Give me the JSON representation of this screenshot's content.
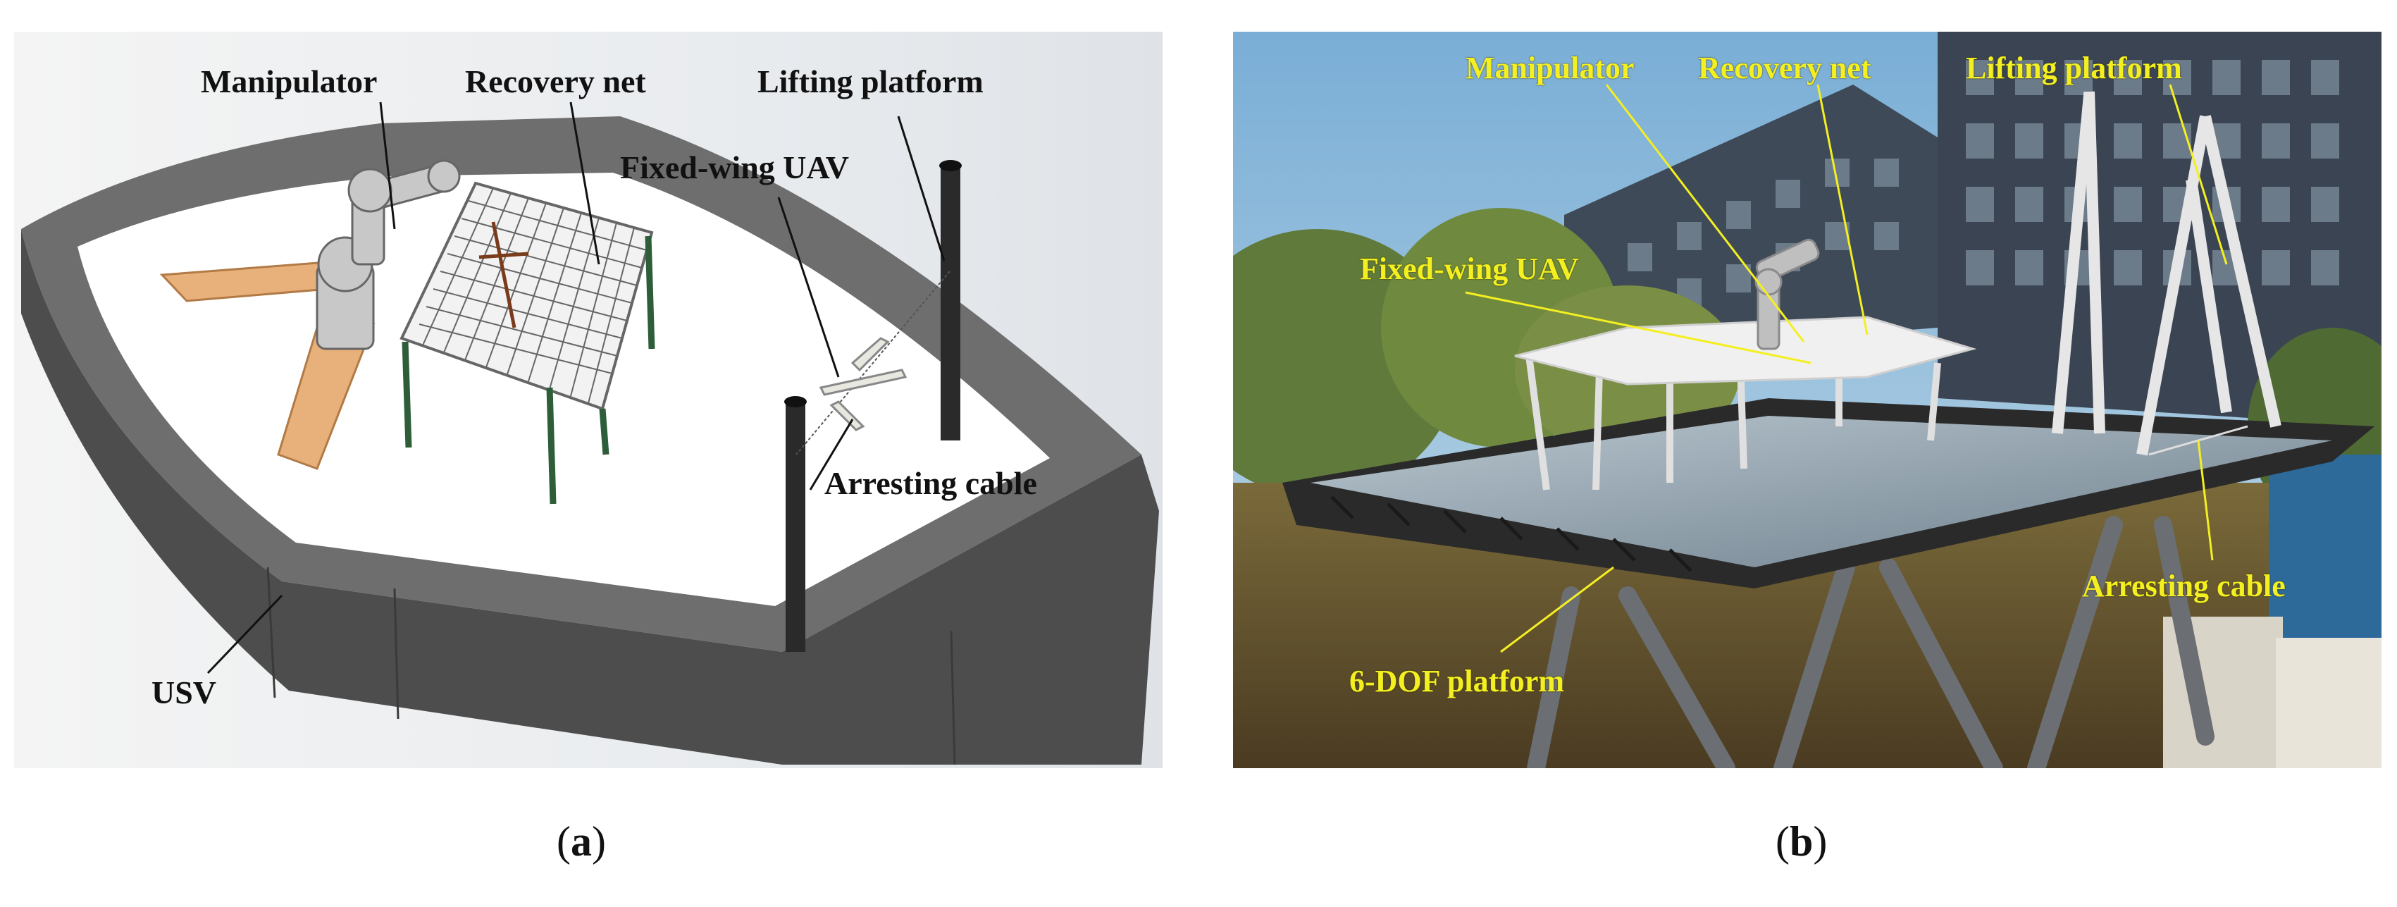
{
  "panel_a": {
    "labels": {
      "manipulator": "Manipulator",
      "recovery_net": "Recovery net",
      "lifting_platform": "Lifting platform",
      "fixed_wing_uav": "Fixed-wing UAV",
      "arresting_cable": "Arresting cable",
      "usv": "USV"
    },
    "caption_letter": "a"
  },
  "panel_b": {
    "labels": {
      "manipulator": "Manipulator",
      "recovery_net": "Recovery net",
      "lifting_platform": "Lifting platform",
      "fixed_wing_uav": "Fixed-wing UAV",
      "arresting_cable": "Arresting cable",
      "dof_platform": "6-DOF platform"
    },
    "caption_letter": "b"
  },
  "colors": {
    "hull": "#5a5a5a",
    "deck": "#ffffff",
    "wood": "#e8b07a",
    "post": "#2a2a2a",
    "leg": "#2e5d3a",
    "label_yellow": "#f4ef21",
    "sky": "#8fb7d6"
  }
}
